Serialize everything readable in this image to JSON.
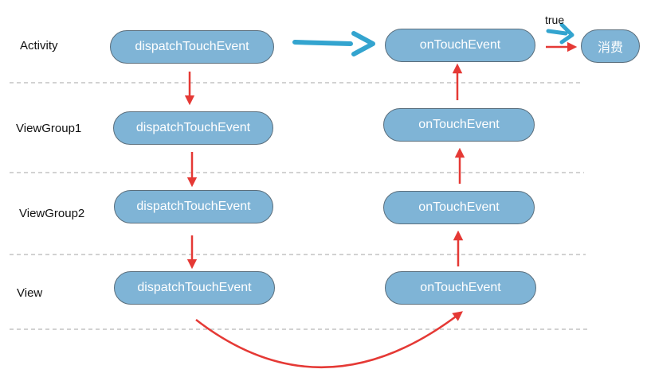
{
  "layers": [
    {
      "id": "activity",
      "label": "Activity"
    },
    {
      "id": "viewgroup1",
      "label": "ViewGroup1"
    },
    {
      "id": "viewgroup2",
      "label": "ViewGroup2"
    },
    {
      "id": "view",
      "label": "View"
    }
  ],
  "nodes": {
    "dispatch": {
      "activity": "dispatchTouchEvent",
      "viewgroup1": "dispatchTouchEvent",
      "viewgroup2": "dispatchTouchEvent",
      "view": "dispatchTouchEvent"
    },
    "ontouch": {
      "activity": "onTouchEvent",
      "viewgroup1": "onTouchEvent",
      "viewgroup2": "onTouchEvent",
      "view": "onTouchEvent"
    },
    "consume": "消费"
  },
  "edges": {
    "true_label": "true"
  },
  "colors": {
    "node_fill": "#7fb4d6",
    "node_border": "#5a6e7c",
    "red_arrow": "#e53935",
    "blue_arrow": "#33a4cf",
    "divider": "#b8b8b8"
  }
}
